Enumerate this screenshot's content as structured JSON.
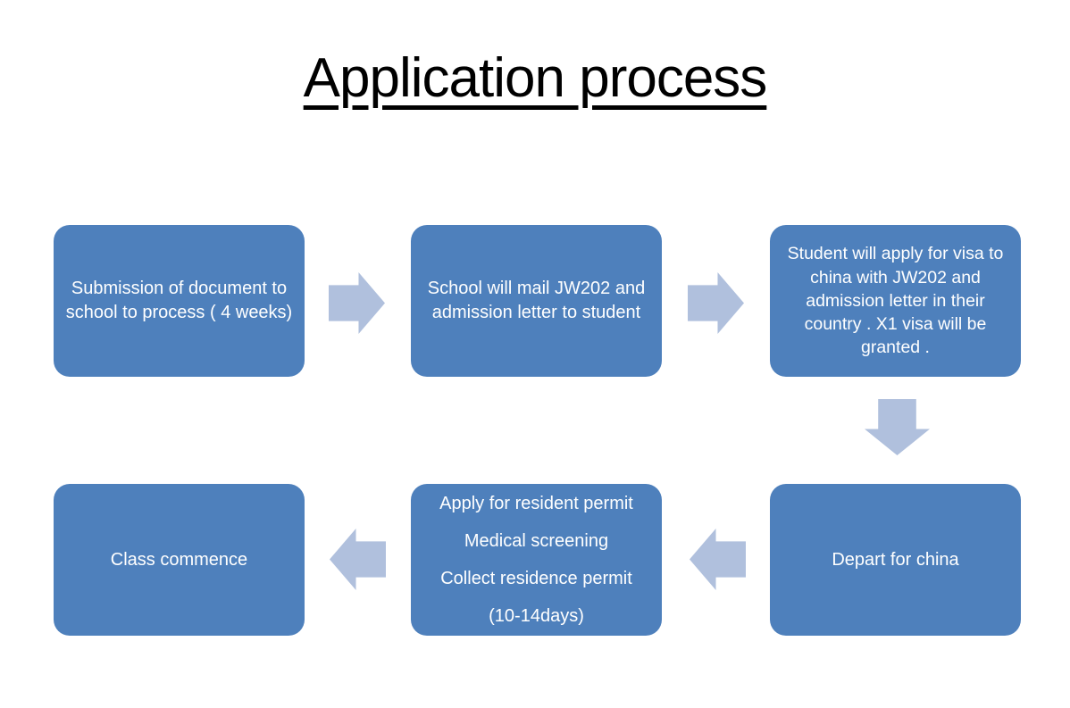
{
  "title": "Application process",
  "colors": {
    "box_fill": "#4e80bc",
    "arrow_fill": "#b0c0dd",
    "box_text": "#ffffff",
    "title_text": "#000000",
    "background": "#ffffff"
  },
  "flow": {
    "boxes": [
      {
        "step": 1,
        "text": "Submission of document to school to process ( 4 weeks)"
      },
      {
        "step": 2,
        "text": "School will  mail JW202 and admission letter to student"
      },
      {
        "step": 3,
        "text": "Student will apply for visa to china with JW202 and admission letter in their country . X1 visa will be granted ."
      },
      {
        "step": 4,
        "text": "Depart for china"
      },
      {
        "step": 5,
        "lines": [
          "Apply for resident permit",
          "Medical screening",
          "Collect residence permit",
          "(10-14days)"
        ]
      },
      {
        "step": 6,
        "text": "Class commence"
      }
    ],
    "arrows": [
      {
        "from": 1,
        "to": 2,
        "direction": "right"
      },
      {
        "from": 2,
        "to": 3,
        "direction": "right"
      },
      {
        "from": 3,
        "to": 4,
        "direction": "down"
      },
      {
        "from": 4,
        "to": 5,
        "direction": "left"
      },
      {
        "from": 5,
        "to": 6,
        "direction": "left"
      }
    ]
  }
}
